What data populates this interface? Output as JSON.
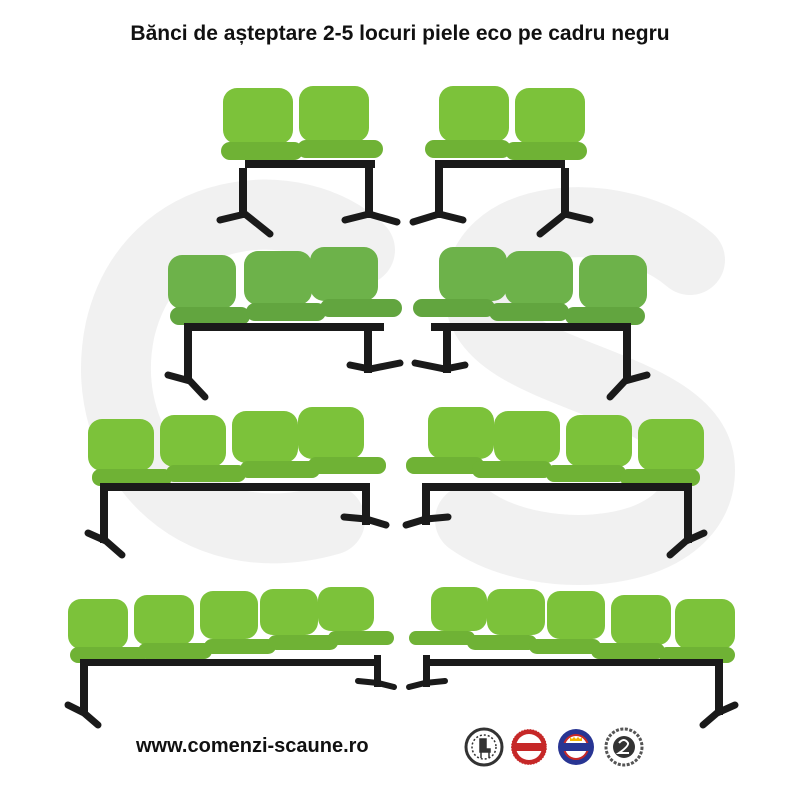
{
  "page": {
    "title": "Bănci de așteptare 2-5 locuri piele eco pe cadru negru",
    "footer_url": "www.comenzi-scaune.ro",
    "watermark_letters": "CS"
  },
  "products": [
    {
      "seats": 2,
      "facing": "right"
    },
    {
      "seats": 2,
      "facing": "left"
    },
    {
      "seats": 3,
      "facing": "right"
    },
    {
      "seats": 3,
      "facing": "left"
    },
    {
      "seats": 4,
      "facing": "right"
    },
    {
      "seats": 4,
      "facing": "left"
    },
    {
      "seats": 5,
      "facing": "right"
    },
    {
      "seats": 5,
      "facing": "left"
    }
  ],
  "badges": [
    {
      "icon": "chair-logo-seal-icon",
      "color": "#333333"
    },
    {
      "icon": "satisfaction-seal-icon",
      "color": "#c62828"
    },
    {
      "icon": "premium-seal-icon",
      "color": "#283593"
    },
    {
      "icon": "warranty-2-years-seal-icon",
      "color": "#444444"
    }
  ],
  "colors": {
    "seat_green": "#7cc23a",
    "seat_green_dark": "#5f9a26",
    "frame_black": "#1a1a1a",
    "watermark": "#f1f1f1"
  }
}
